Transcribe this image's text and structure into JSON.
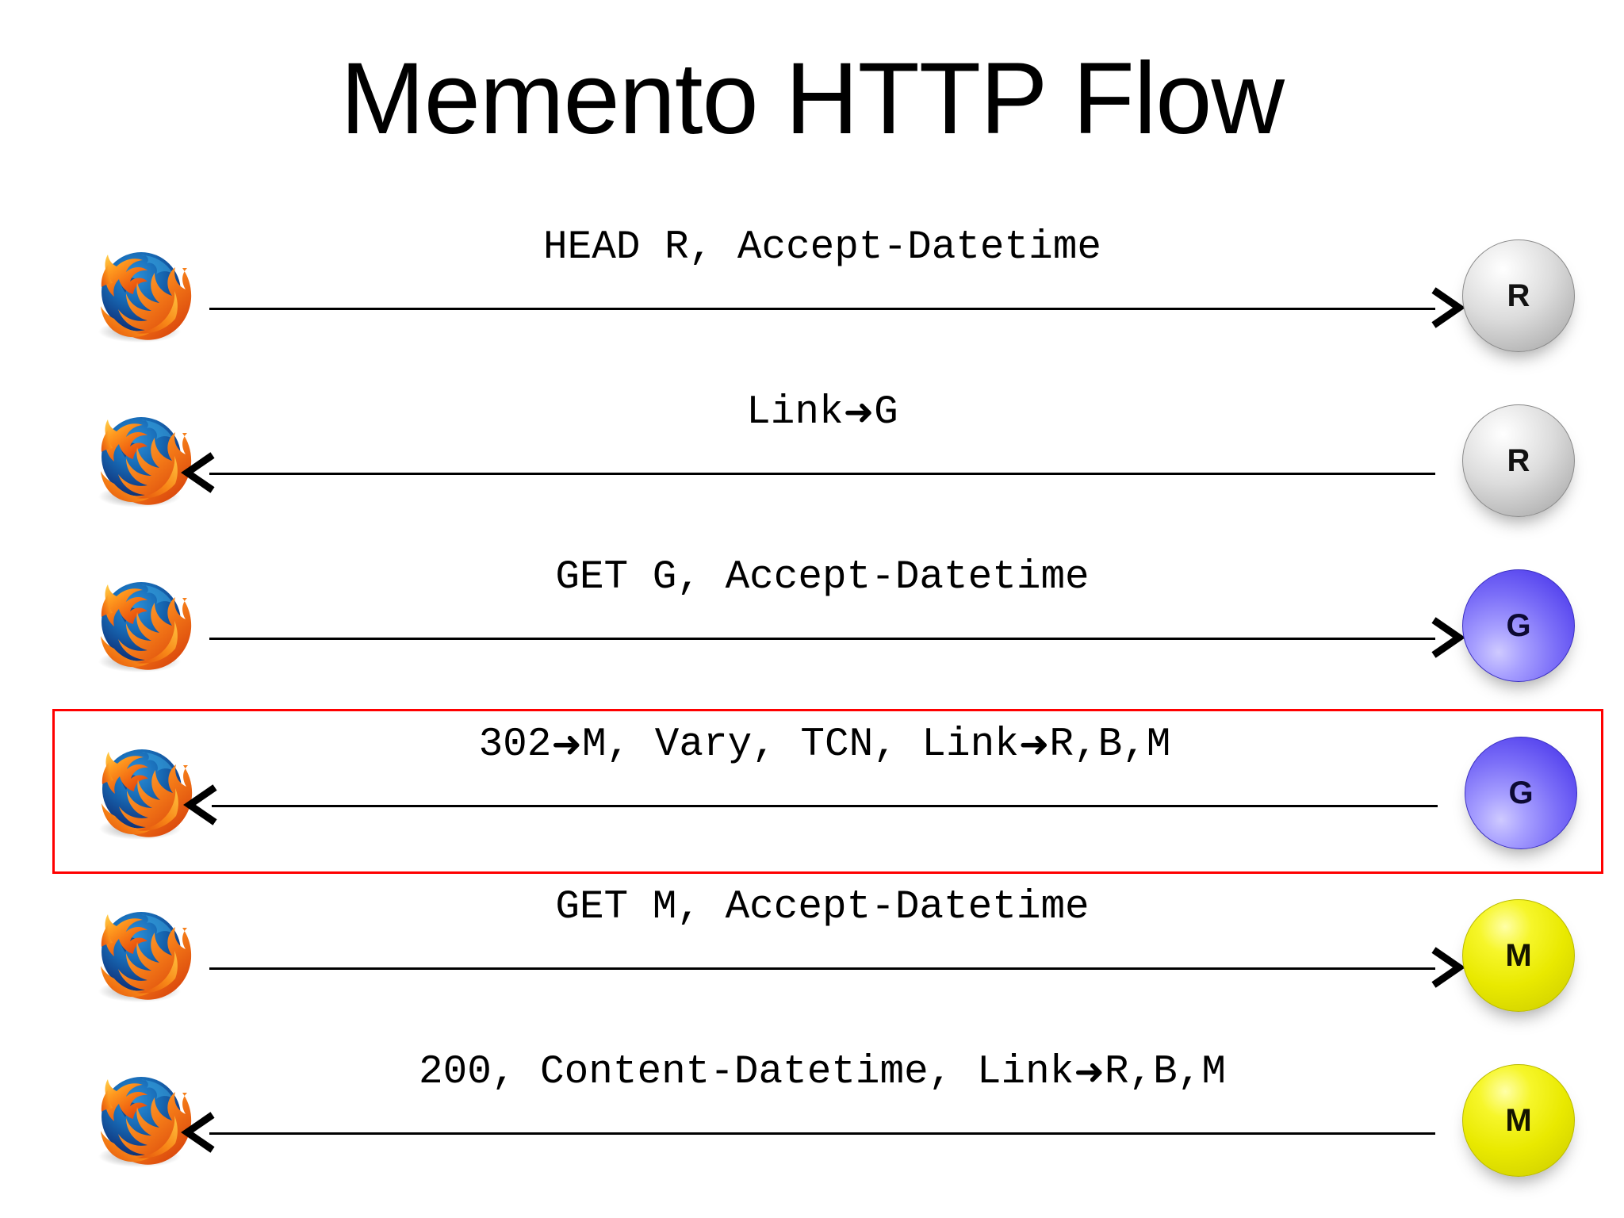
{
  "slide": {
    "title": "Memento HTTP Flow",
    "background_color": "#ffffff",
    "highlight_color": "#ff0000"
  },
  "legend": {
    "browser_icon_name": "firefox-browser-logo",
    "arrow_glyph": "➜"
  },
  "nodes": {
    "R": {
      "label": "R",
      "color": "#c8c8c8",
      "kind": "silver-sphere"
    },
    "G": {
      "label": "G",
      "color": "#5a49ef",
      "kind": "blue-sphere"
    },
    "M": {
      "label": "M",
      "color": "#e9e900",
      "kind": "yellow-sphere"
    }
  },
  "flow": {
    "rows": [
      {
        "index": 1,
        "direction": "right",
        "highlighted": false,
        "message_parts": [
          {
            "type": "text",
            "value": "HEAD R, Accept-Datetime"
          }
        ],
        "message_text": "HEAD R, Accept-Datetime",
        "node": "R",
        "node_label": "R",
        "left_actor": "firefox-browser-logo"
      },
      {
        "index": 2,
        "direction": "left",
        "highlighted": false,
        "message_parts": [
          {
            "type": "text",
            "value": "Link"
          },
          {
            "type": "arrow",
            "value": "➜"
          },
          {
            "type": "text",
            "value": "G"
          }
        ],
        "message_text": "Link➜G",
        "node": "R",
        "node_label": "R",
        "left_actor": "firefox-browser-logo"
      },
      {
        "index": 3,
        "direction": "right",
        "highlighted": false,
        "message_parts": [
          {
            "type": "text",
            "value": "GET G, Accept-Datetime"
          }
        ],
        "message_text": "GET G, Accept-Datetime",
        "node": "G",
        "node_label": "G",
        "left_actor": "firefox-browser-logo"
      },
      {
        "index": 4,
        "direction": "left",
        "highlighted": true,
        "message_parts": [
          {
            "type": "text",
            "value": "302"
          },
          {
            "type": "arrow",
            "value": "➜"
          },
          {
            "type": "text",
            "value": "M, Vary, TCN, Link"
          },
          {
            "type": "arrow",
            "value": "➜"
          },
          {
            "type": "text",
            "value": "R,B,M"
          }
        ],
        "message_text": "302➜M, Vary, TCN, Link➜R,B,M",
        "node": "G",
        "node_label": "G",
        "left_actor": "firefox-browser-logo"
      },
      {
        "index": 5,
        "direction": "right",
        "highlighted": false,
        "message_parts": [
          {
            "type": "text",
            "value": "GET M, Accept-Datetime"
          }
        ],
        "message_text": "GET M, Accept-Datetime",
        "node": "M",
        "node_label": "M",
        "left_actor": "firefox-browser-logo"
      },
      {
        "index": 6,
        "direction": "left",
        "highlighted": false,
        "message_parts": [
          {
            "type": "text",
            "value": "200, Content-Datetime, Link"
          },
          {
            "type": "arrow",
            "value": "➜"
          },
          {
            "type": "text",
            "value": "R,B,M"
          }
        ],
        "message_text": "200, Content-Datetime, Link➜R,B,M",
        "node": "M",
        "node_label": "M",
        "left_actor": "firefox-browser-logo"
      }
    ]
  }
}
